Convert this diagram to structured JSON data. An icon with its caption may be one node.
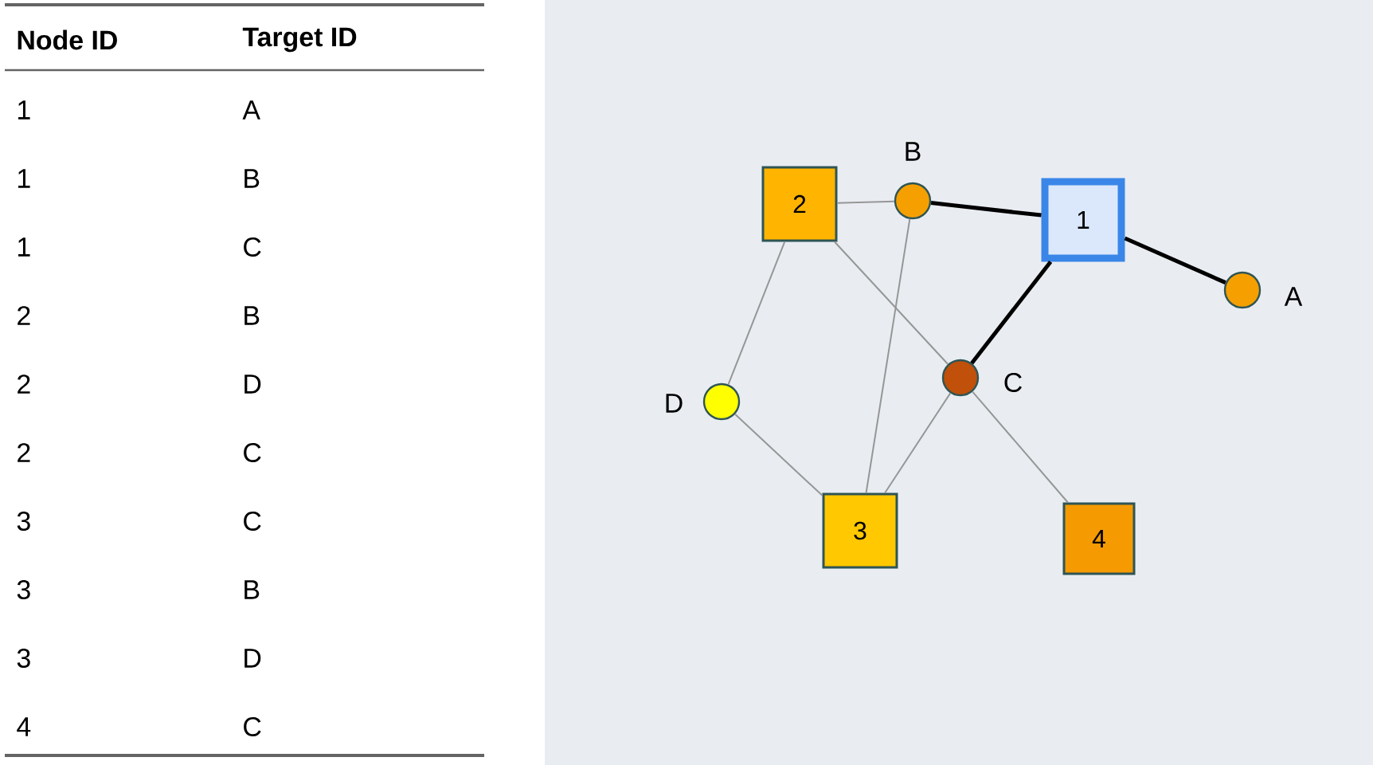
{
  "diagram": {
    "nodes": [
      {
        "text": [
          "2"
        ]
      },
      {
        "text": [],
        "shape": "circle",
        "beside": [
          "B"
        ]
      },
      {
        "text": [
          "1"
        ]
      },
      {
        "text": [],
        "shape": "circle",
        "beside": [
          "A"
        ]
      },
      {
        "text": [],
        "shape": "circle",
        "beside": [
          "C"
        ]
      },
      {
        "text": [],
        "shape": "circle",
        "beside": [
          "D"
        ]
      },
      {
        "text": [
          "3"
        ]
      },
      {
        "text": [
          "4"
        ]
      }
    ],
    "edges": [
      {
        "from": 2,
        "to": 3,
        "arrow": "none",
        "style": "thick",
        "color": "#000000"
      },
      {
        "from": 2,
        "to": 1,
        "arrow": "none",
        "style": "thick",
        "color": "#000000"
      },
      {
        "from": 2,
        "to": 4,
        "arrow": "none",
        "style": "thick",
        "color": "#000000"
      },
      {
        "from": 0,
        "to": 1,
        "arrow": "none"
      },
      {
        "from": 0,
        "to": 5,
        "arrow": "none"
      },
      {
        "from": 0,
        "to": 4,
        "arrow": "none"
      },
      {
        "from": 6,
        "to": 4,
        "arrow": "none"
      },
      {
        "from": 6,
        "to": 1,
        "arrow": "none"
      },
      {
        "from": 6,
        "to": 5,
        "arrow": "none"
      },
      {
        "from": 7,
        "to": 4,
        "arrow": "none"
      }
    ],
    "labels": [
      "Node ID",
      "Target ID",
      "1",
      "A",
      "1",
      "B",
      "1",
      "C",
      "2",
      "B",
      "2",
      "D",
      "2",
      "C",
      "3",
      "C",
      "3",
      "B",
      "3",
      "D",
      "4",
      "C"
    ]
  }
}
